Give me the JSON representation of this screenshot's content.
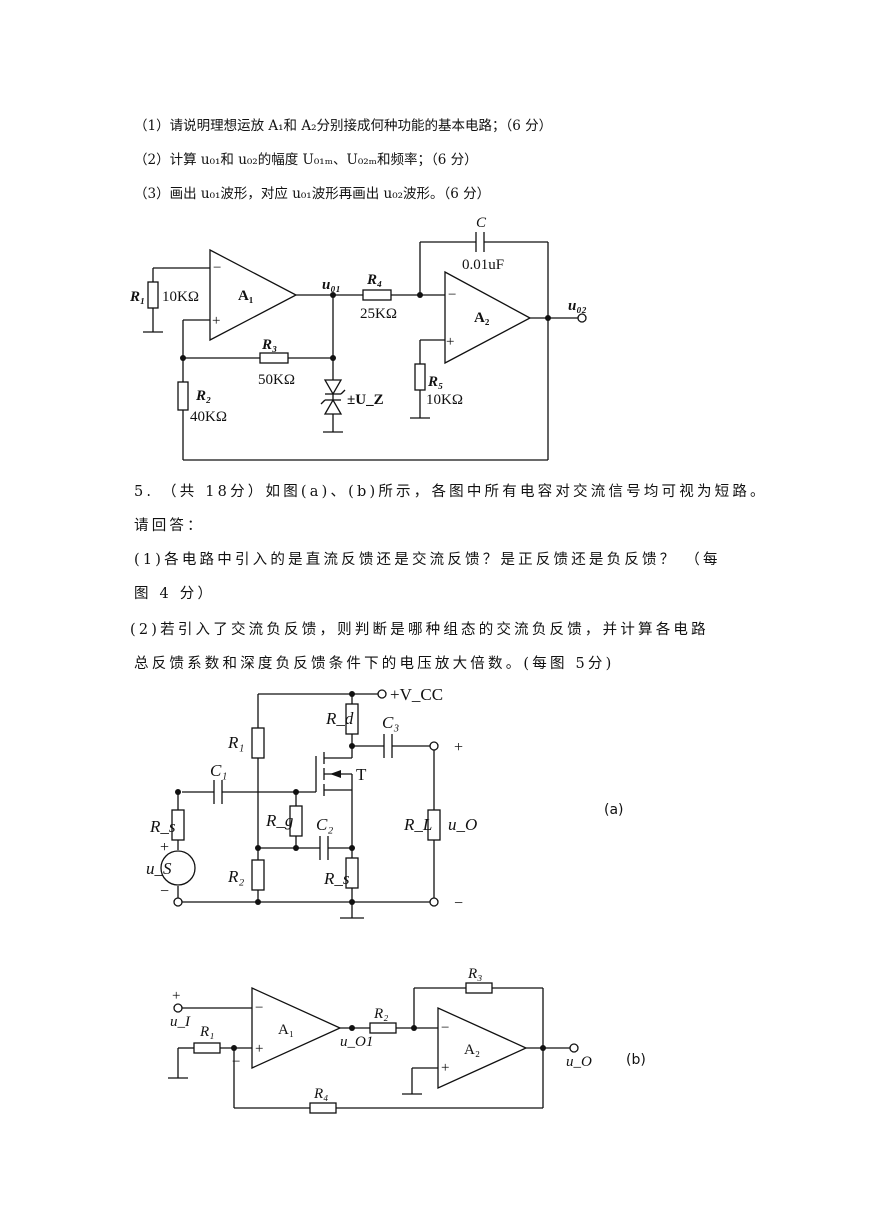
{
  "q4": {
    "item1": "（1）请说明理想运放 A₁和 A₂分别接成何种功能的基本电路；（6 分）",
    "item2": "（2）计算 u₀₁和 u₀₂的幅度 U₀₁ₘ、U₀₂ₘ和频率；（6 分）",
    "item3": "（3）画出 u₀₁波形，对应 u₀₁波形再画出 u₀₂波形。（6 分）"
  },
  "circuit1": {
    "R1": "R₁",
    "R1_val": "10KΩ",
    "R2": "R₂",
    "R2_val": "40KΩ",
    "R3": "R₃",
    "R3_val": "50KΩ",
    "R4": "R₄",
    "R4_val": "25KΩ",
    "R5": "R₅",
    "R5_val": "10KΩ",
    "C": "C",
    "C_val": "0.01uF",
    "A1": "A₁",
    "A2": "A₂",
    "u01": "u₀₁",
    "u02": "u₀₂",
    "Uz": "±U_Z",
    "minus": "−",
    "plus": "+"
  },
  "q5": {
    "line1": "5. （共 18分）如图(a)、(b)所示，各图中所有电容对交流信号均可视为短路。",
    "line2": "请回答：",
    "line3": "(1)各电路中引入的是直流反馈还是交流反馈？是正反馈还是负反馈？ （每",
    "line4": "图 4 分）",
    "line5": " (2)若引入了交流负反馈，则判断是哪种组态的交流负反馈，并计算各电路",
    "line6": "总反馈系数和深度负反馈条件下的电压放大倍数。(每图 5分)"
  },
  "circuitA": {
    "label": "(a)",
    "Vcc": "+V_CC",
    "R1": "R₁",
    "R2": "R₂",
    "Rd": "R_d",
    "Rg": "R_g",
    "Rs": "R_s",
    "Rs_src": "R_s",
    "RL": "R_L",
    "C1": "C₁",
    "C2": "C₂",
    "C3": "C₃",
    "T": "T",
    "uS": "u_S",
    "uO": "u_O",
    "plus": "+",
    "minus": "−"
  },
  "circuitB": {
    "label": "(b)",
    "R1": "R₁",
    "R2": "R₂",
    "R3": "R₃",
    "R4": "R₄",
    "A1": "A₁",
    "A2": "A₂",
    "uI": "u_I",
    "uO1": "u_O1",
    "uO": "u_O",
    "plus": "+",
    "minus": "−"
  }
}
